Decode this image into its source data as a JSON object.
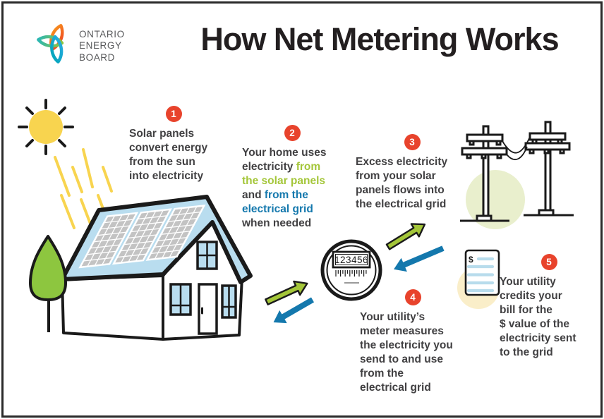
{
  "logo": {
    "org_lines": [
      "ONTARIO",
      "ENERGY",
      "BOARD"
    ]
  },
  "title": "How Net Metering Works",
  "steps": [
    {
      "number": "1",
      "text": "Solar panels\nconvert energy\nfrom the sun\ninto electricity"
    },
    {
      "number": "2",
      "segments": [
        {
          "color": "dark",
          "text": "Your home uses\nelectricity "
        },
        {
          "color": "green",
          "text": "from\nthe solar panels"
        },
        {
          "color": "dark",
          "text": "\nand "
        },
        {
          "color": "blue",
          "text": "from the\nelectrical grid"
        },
        {
          "color": "dark",
          "text": "\nwhen needed"
        }
      ]
    },
    {
      "number": "3",
      "text": "Excess electricity\nfrom your solar\npanels flows into\nthe electrical grid"
    },
    {
      "number": "4",
      "text": "Your utility’s\nmeter measures\nthe electricity you\nsend to and use\nfrom the\nelectrical grid"
    },
    {
      "number": "5",
      "text": "Your utility\ncredits your\nbill for the\n$ value of the\nelectricity sent\nto the grid"
    }
  ],
  "meter": {
    "reading": "123456"
  },
  "bill": {
    "currency_symbol": "$"
  },
  "colors": {
    "badge_red": "#e8432c",
    "text_dark": "#414042",
    "solar_green": "#a4c639",
    "grid_blue": "#1478ad",
    "roof_light_blue": "#b9ddef",
    "sun_yellow": "#f8d44f",
    "tree_green": "#8dc63f",
    "pale_green_circle": "#e9efcd",
    "pale_yellow_circle": "#faeec9",
    "bill_line_blue": "#b8dcec",
    "logo_gray": "#58595b",
    "outline_black": "#1a1a1a"
  },
  "icons": {
    "logo": "trillium-logo-icon",
    "sun": "sun-icon",
    "house": "house-with-solar-panels-icon",
    "tree": "tree-icon",
    "poles": "power-poles-icon",
    "meter": "utility-meter-icon",
    "bill": "utility-bill-icon",
    "green_arrow": "arrow-to-grid-icon",
    "blue_arrow": "arrow-from-grid-icon"
  }
}
